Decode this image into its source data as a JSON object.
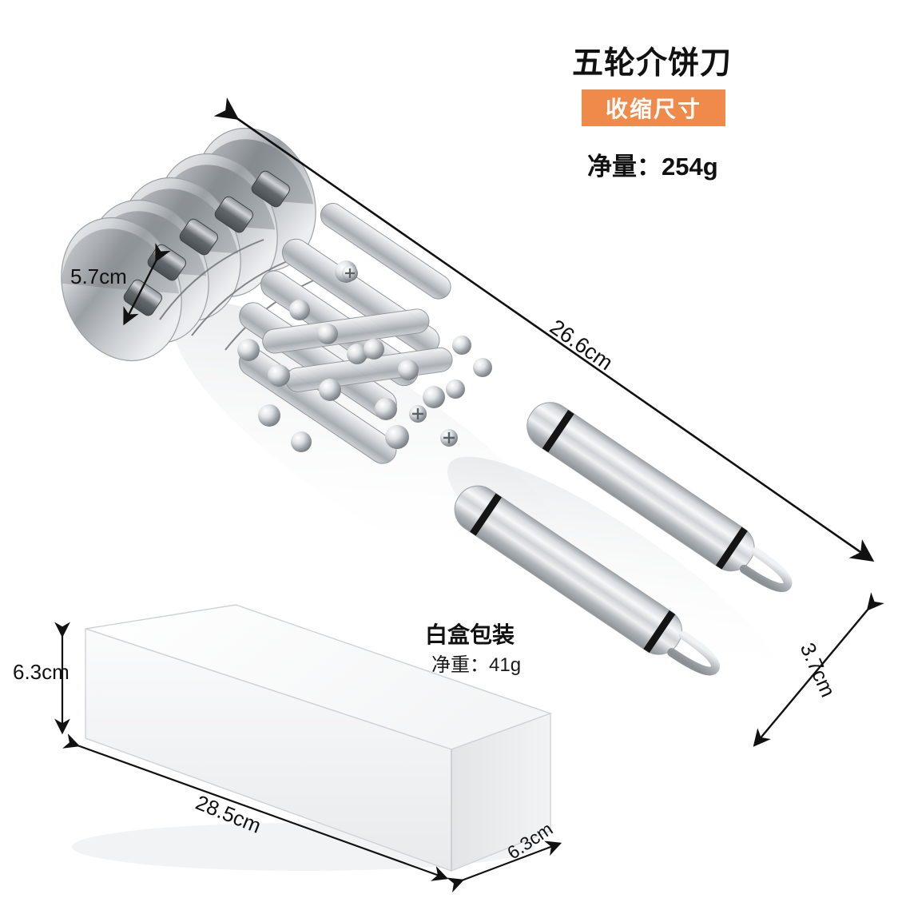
{
  "background": "#ffffff",
  "header": {
    "title": "五轮介饼刀",
    "badge_label": "收缩尺寸",
    "badge_color": "#F08A4B",
    "net_weight": "净量：254g"
  },
  "product": {
    "name": "five-wheel-pizza-cutter",
    "blade_count": 5,
    "handle_count": 2,
    "material_color": "#c8ccd0",
    "accent_band_color": "#1a1a1a"
  },
  "packaging": {
    "label": "白盒包装",
    "net_weight": "净重：41g",
    "box_color": "#ffffff"
  },
  "dimensions": {
    "blade_height": "5.7cm",
    "total_length": "26.6cm",
    "depth": "3.7cm",
    "box_height": "6.3cm",
    "box_length": "28.5cm",
    "box_depth": "6.3cm"
  }
}
